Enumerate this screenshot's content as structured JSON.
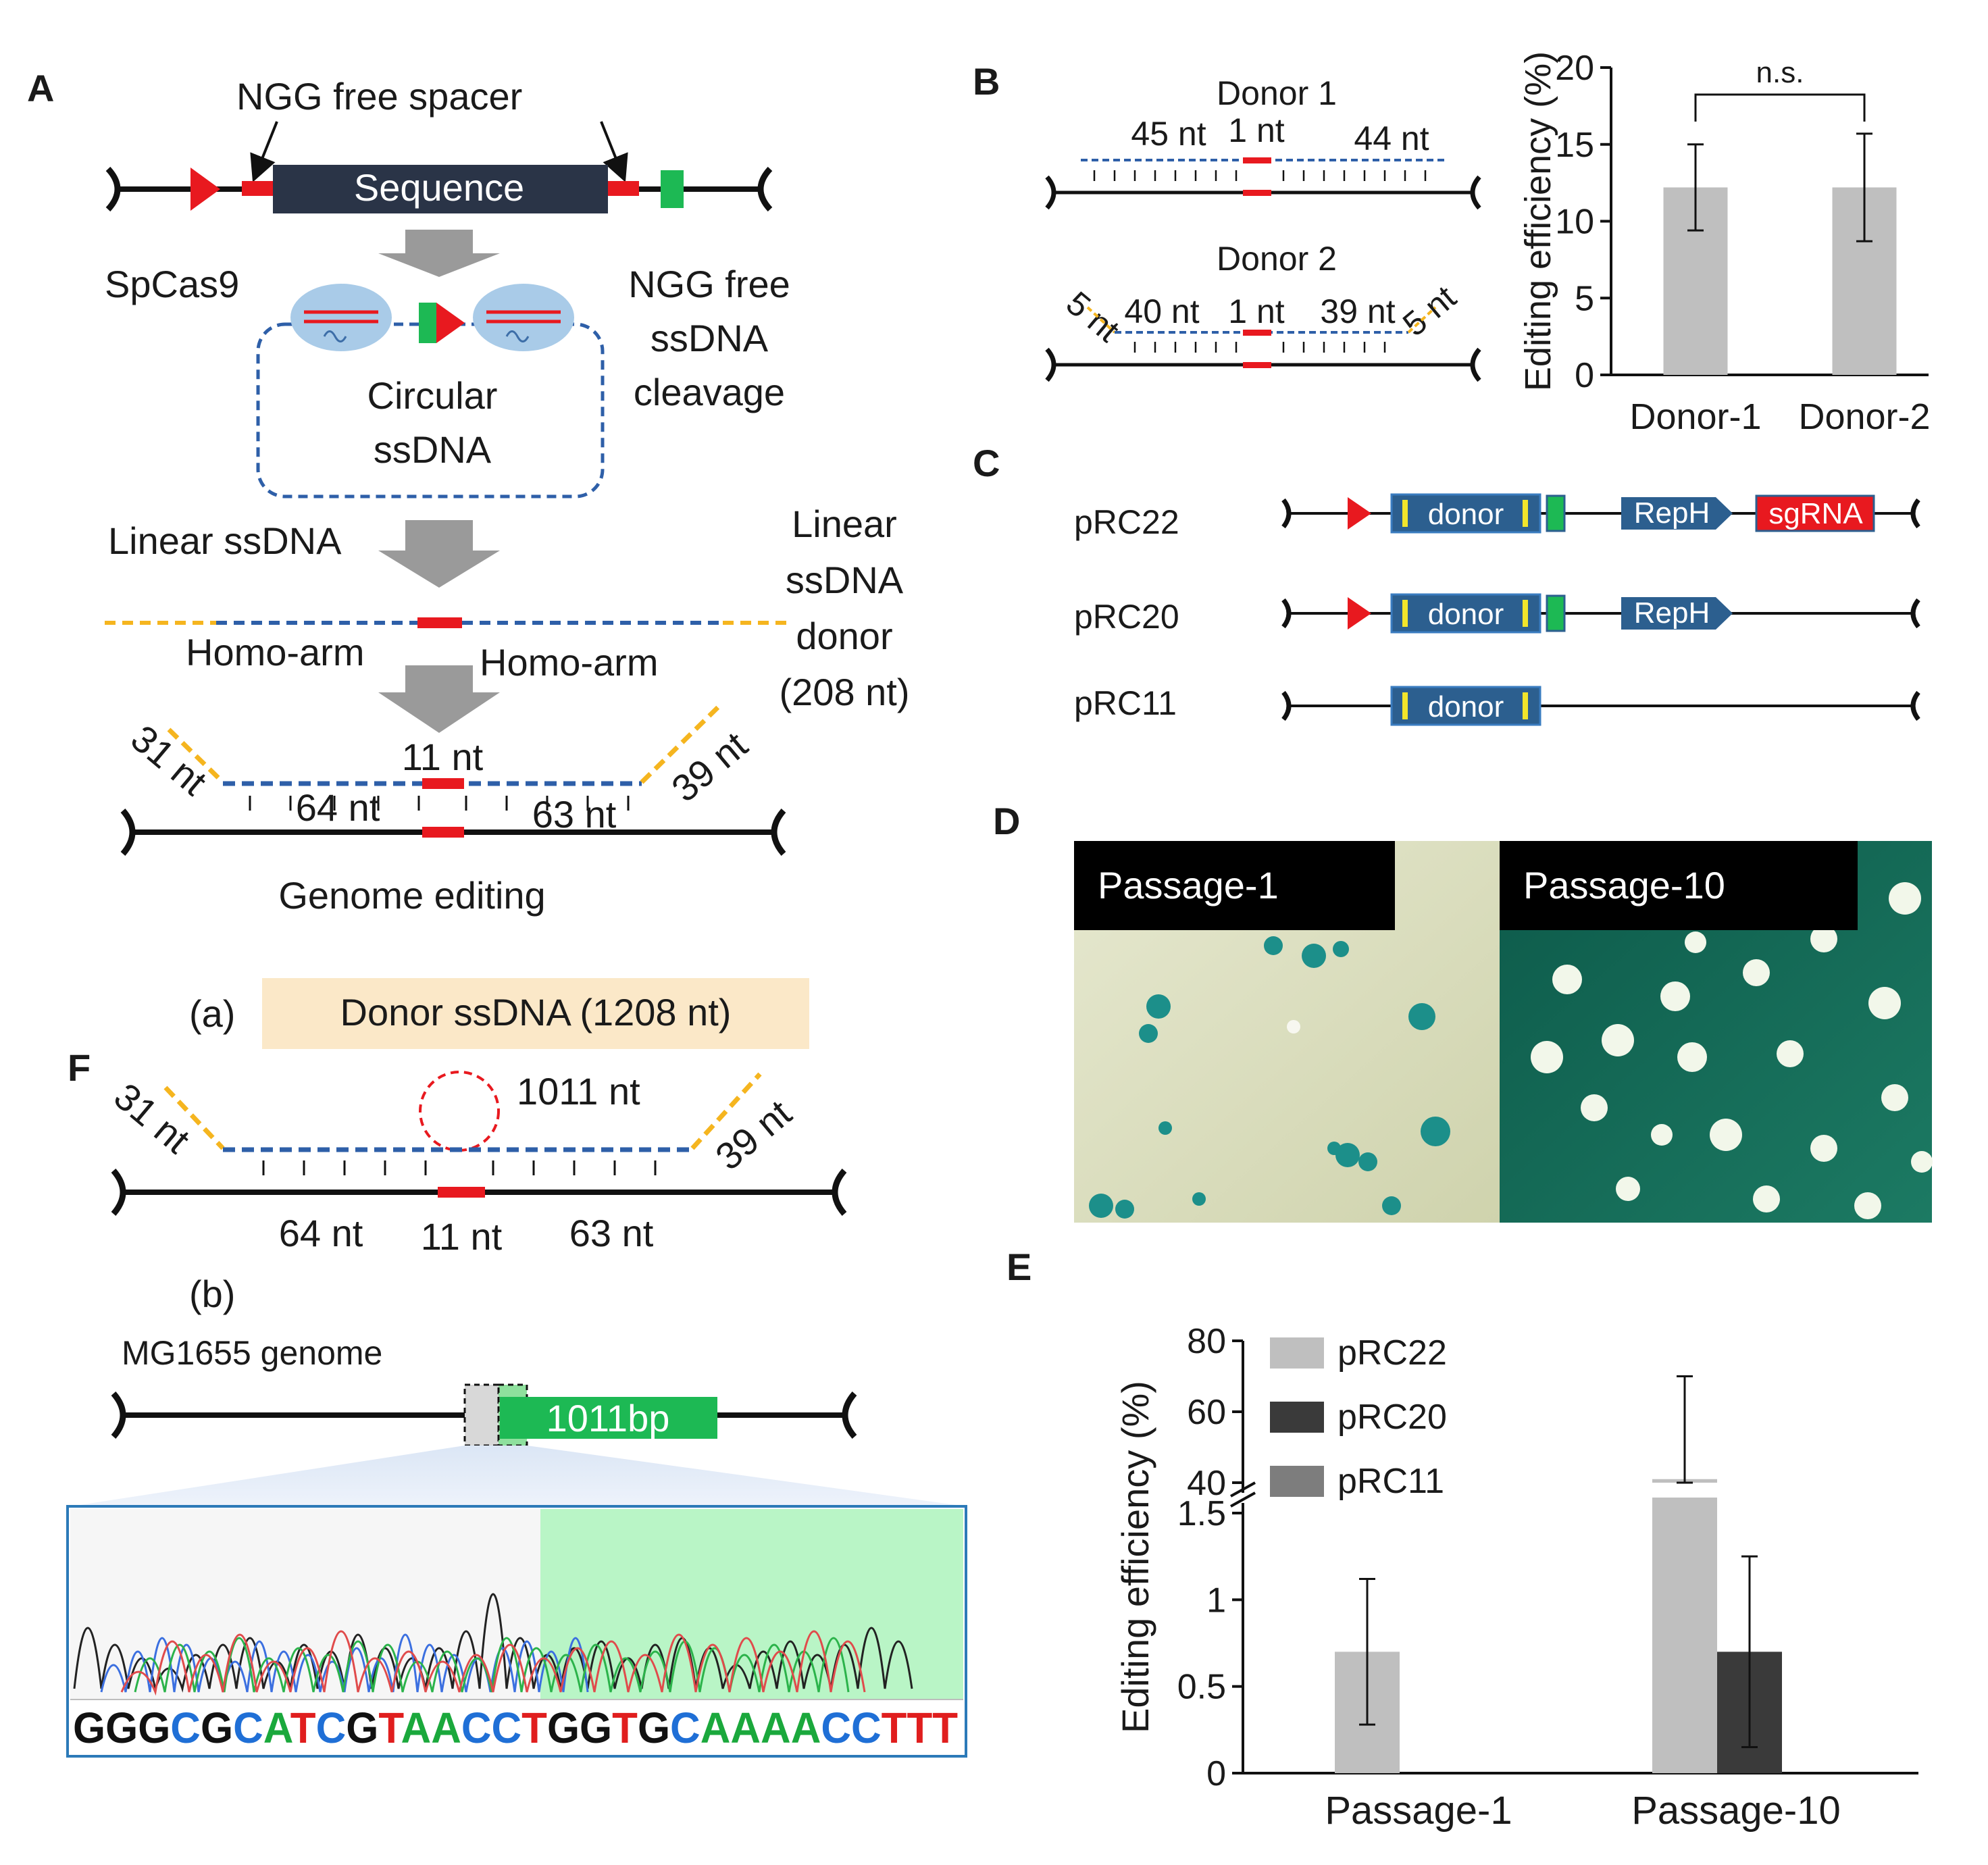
{
  "colors": {
    "black": "#111111",
    "red": "#e8191f",
    "blue_dash": "#2e5fa8",
    "orange_dash": "#f5b51f",
    "green": "#1db954",
    "dark_slate": "#2a3447",
    "panel_blue": "#2c5f8f",
    "gray_bar": "#bfbfbf",
    "dark_bar": "#3a3a3a",
    "mid_bar": "#7d7d7d",
    "callout_bg": "#fbe8c8",
    "cas9_blue": "#a9cbe8"
  },
  "panel_a": {
    "letter": "A",
    "spacer_label": "NGG free spacer",
    "sequence_label": "Sequence",
    "spcas9_label": "SpCas9",
    "ngg_free_label": [
      "NGG free",
      "ssDNA",
      "cleavage"
    ],
    "circular_label": [
      "Circular",
      "ssDNA"
    ],
    "linear_ssdna_label": "Linear ssDNA",
    "donor_label": [
      "Linear",
      "ssDNA",
      "donor",
      "(208 nt)"
    ],
    "homo_arm_left": "Homo-arm",
    "homo_arm_right": "Homo-arm",
    "len_31": "31 nt",
    "len_11": "11 nt",
    "len_39": "39 nt",
    "len_64": "64 nt",
    "len_63": "63 nt",
    "genome_editing_label": "Genome editing"
  },
  "panel_b": {
    "letter": "B",
    "donor1_title": "Donor 1",
    "donor1_lengths": [
      "45 nt",
      "1 nt",
      "44 nt"
    ],
    "donor2_title": "Donor 2",
    "donor2_lengths": [
      "5 nt",
      "40 nt",
      "1 nt",
      "39 nt",
      "5 nt"
    ]
  },
  "panel_b_chart": {
    "ylabel": "Editing efficiency (%)",
    "significance": "n.s."
  },
  "panel_c": {
    "letter": "C",
    "constructs": [
      {
        "name": "pRC22",
        "donor": "donor",
        "reph": "RepH",
        "sgrna": "sgRNA"
      },
      {
        "name": "pRC20",
        "donor": "donor",
        "reph": "RepH"
      },
      {
        "name": "pRC11",
        "donor": "donor"
      }
    ]
  },
  "panel_d": {
    "letter": "D",
    "passage1_label": "Passage-1",
    "passage10_label": "Passage-10"
  },
  "panel_e": {
    "letter": "E",
    "ylabel": "Editing efficiency (%)"
  },
  "panel_f": {
    "letter": "F",
    "sub_a": "(a)",
    "callout": "Donor ssDNA (1208 nt)",
    "loop_label": "1011 nt",
    "len_31": "31 nt",
    "len_39": "39 nt",
    "len_64": "64 nt",
    "len_11": "11 nt",
    "len_63": "63 nt",
    "sub_b": "(b)",
    "genome_label": "MG1655 genome",
    "insert_label": "1011bp",
    "sequence_letters": [
      {
        "base": "G",
        "color": "#111111"
      },
      {
        "base": "G",
        "color": "#111111"
      },
      {
        "base": "G",
        "color": "#111111"
      },
      {
        "base": "C",
        "color": "#1f6fd6"
      },
      {
        "base": "G",
        "color": "#111111"
      },
      {
        "base": "C",
        "color": "#1f6fd6"
      },
      {
        "base": "A",
        "color": "#1aa83c"
      },
      {
        "base": "T",
        "color": "#e01e1e"
      },
      {
        "base": "C",
        "color": "#1f6fd6"
      },
      {
        "base": "G",
        "color": "#111111"
      },
      {
        "base": "T",
        "color": "#e01e1e"
      },
      {
        "base": "A",
        "color": "#1aa83c"
      },
      {
        "base": "A",
        "color": "#1aa83c"
      },
      {
        "base": "C",
        "color": "#1f6fd6"
      },
      {
        "base": "C",
        "color": "#1f6fd6"
      },
      {
        "base": "T",
        "color": "#e01e1e"
      },
      {
        "base": "G",
        "color": "#111111"
      },
      {
        "base": "G",
        "color": "#111111"
      },
      {
        "base": "T",
        "color": "#e01e1e"
      },
      {
        "base": "G",
        "color": "#111111"
      },
      {
        "base": "C",
        "color": "#1f6fd6"
      },
      {
        "base": "A",
        "color": "#1aa83c"
      },
      {
        "base": "A",
        "color": "#1aa83c"
      },
      {
        "base": "A",
        "color": "#1aa83c"
      },
      {
        "base": "A",
        "color": "#1aa83c"
      },
      {
        "base": "C",
        "color": "#1f6fd6"
      },
      {
        "base": "C",
        "color": "#1f6fd6"
      },
      {
        "base": "T",
        "color": "#e01e1e"
      },
      {
        "base": "T",
        "color": "#e01e1e"
      },
      {
        "base": "T",
        "color": "#e01e1e"
      }
    ]
  },
  "chart_data": [
    {
      "type": "bar",
      "panel": "B",
      "categories": [
        "Donor-1",
        "Donor-2"
      ],
      "series": [
        {
          "values": [
            12.2,
            12.2
          ],
          "errors": [
            2.8,
            3.5
          ],
          "color": "#bfbfbf"
        }
      ],
      "title": "",
      "xlabel": "",
      "ylabel": "Editing efficiency (%)",
      "ylim": [
        0,
        20
      ],
      "yticks": [
        0,
        5,
        10,
        15,
        20
      ],
      "annotation": "n.s.",
      "grid": false
    },
    {
      "type": "bar",
      "panel": "E",
      "categories": [
        "Passage-1",
        "Passage-10"
      ],
      "series": [
        {
          "name": "pRC22",
          "values": [
            0.7,
            41
          ],
          "errors": [
            0.42,
            29
          ],
          "color": "#bfbfbf"
        },
        {
          "name": "pRC20",
          "values": [
            0,
            0.7
          ],
          "errors": [
            0,
            0.55
          ],
          "color": "#3a3a3a"
        },
        {
          "name": "pRC11",
          "values": [
            0,
            0
          ],
          "errors": [
            0,
            0
          ],
          "color": "#7d7d7d"
        }
      ],
      "title": "",
      "xlabel": "",
      "ylabel": "Editing efficiency (%)",
      "ylim": [
        0,
        80
      ],
      "axis_break": {
        "lower": [
          0,
          1.5
        ],
        "upper": [
          40,
          80
        ]
      },
      "yticks_lower": [
        "0",
        "0.5",
        "1",
        "1.5"
      ],
      "yticks_upper": [
        "40",
        "60",
        "80"
      ],
      "legend_position": "top-left",
      "grid": false
    }
  ]
}
